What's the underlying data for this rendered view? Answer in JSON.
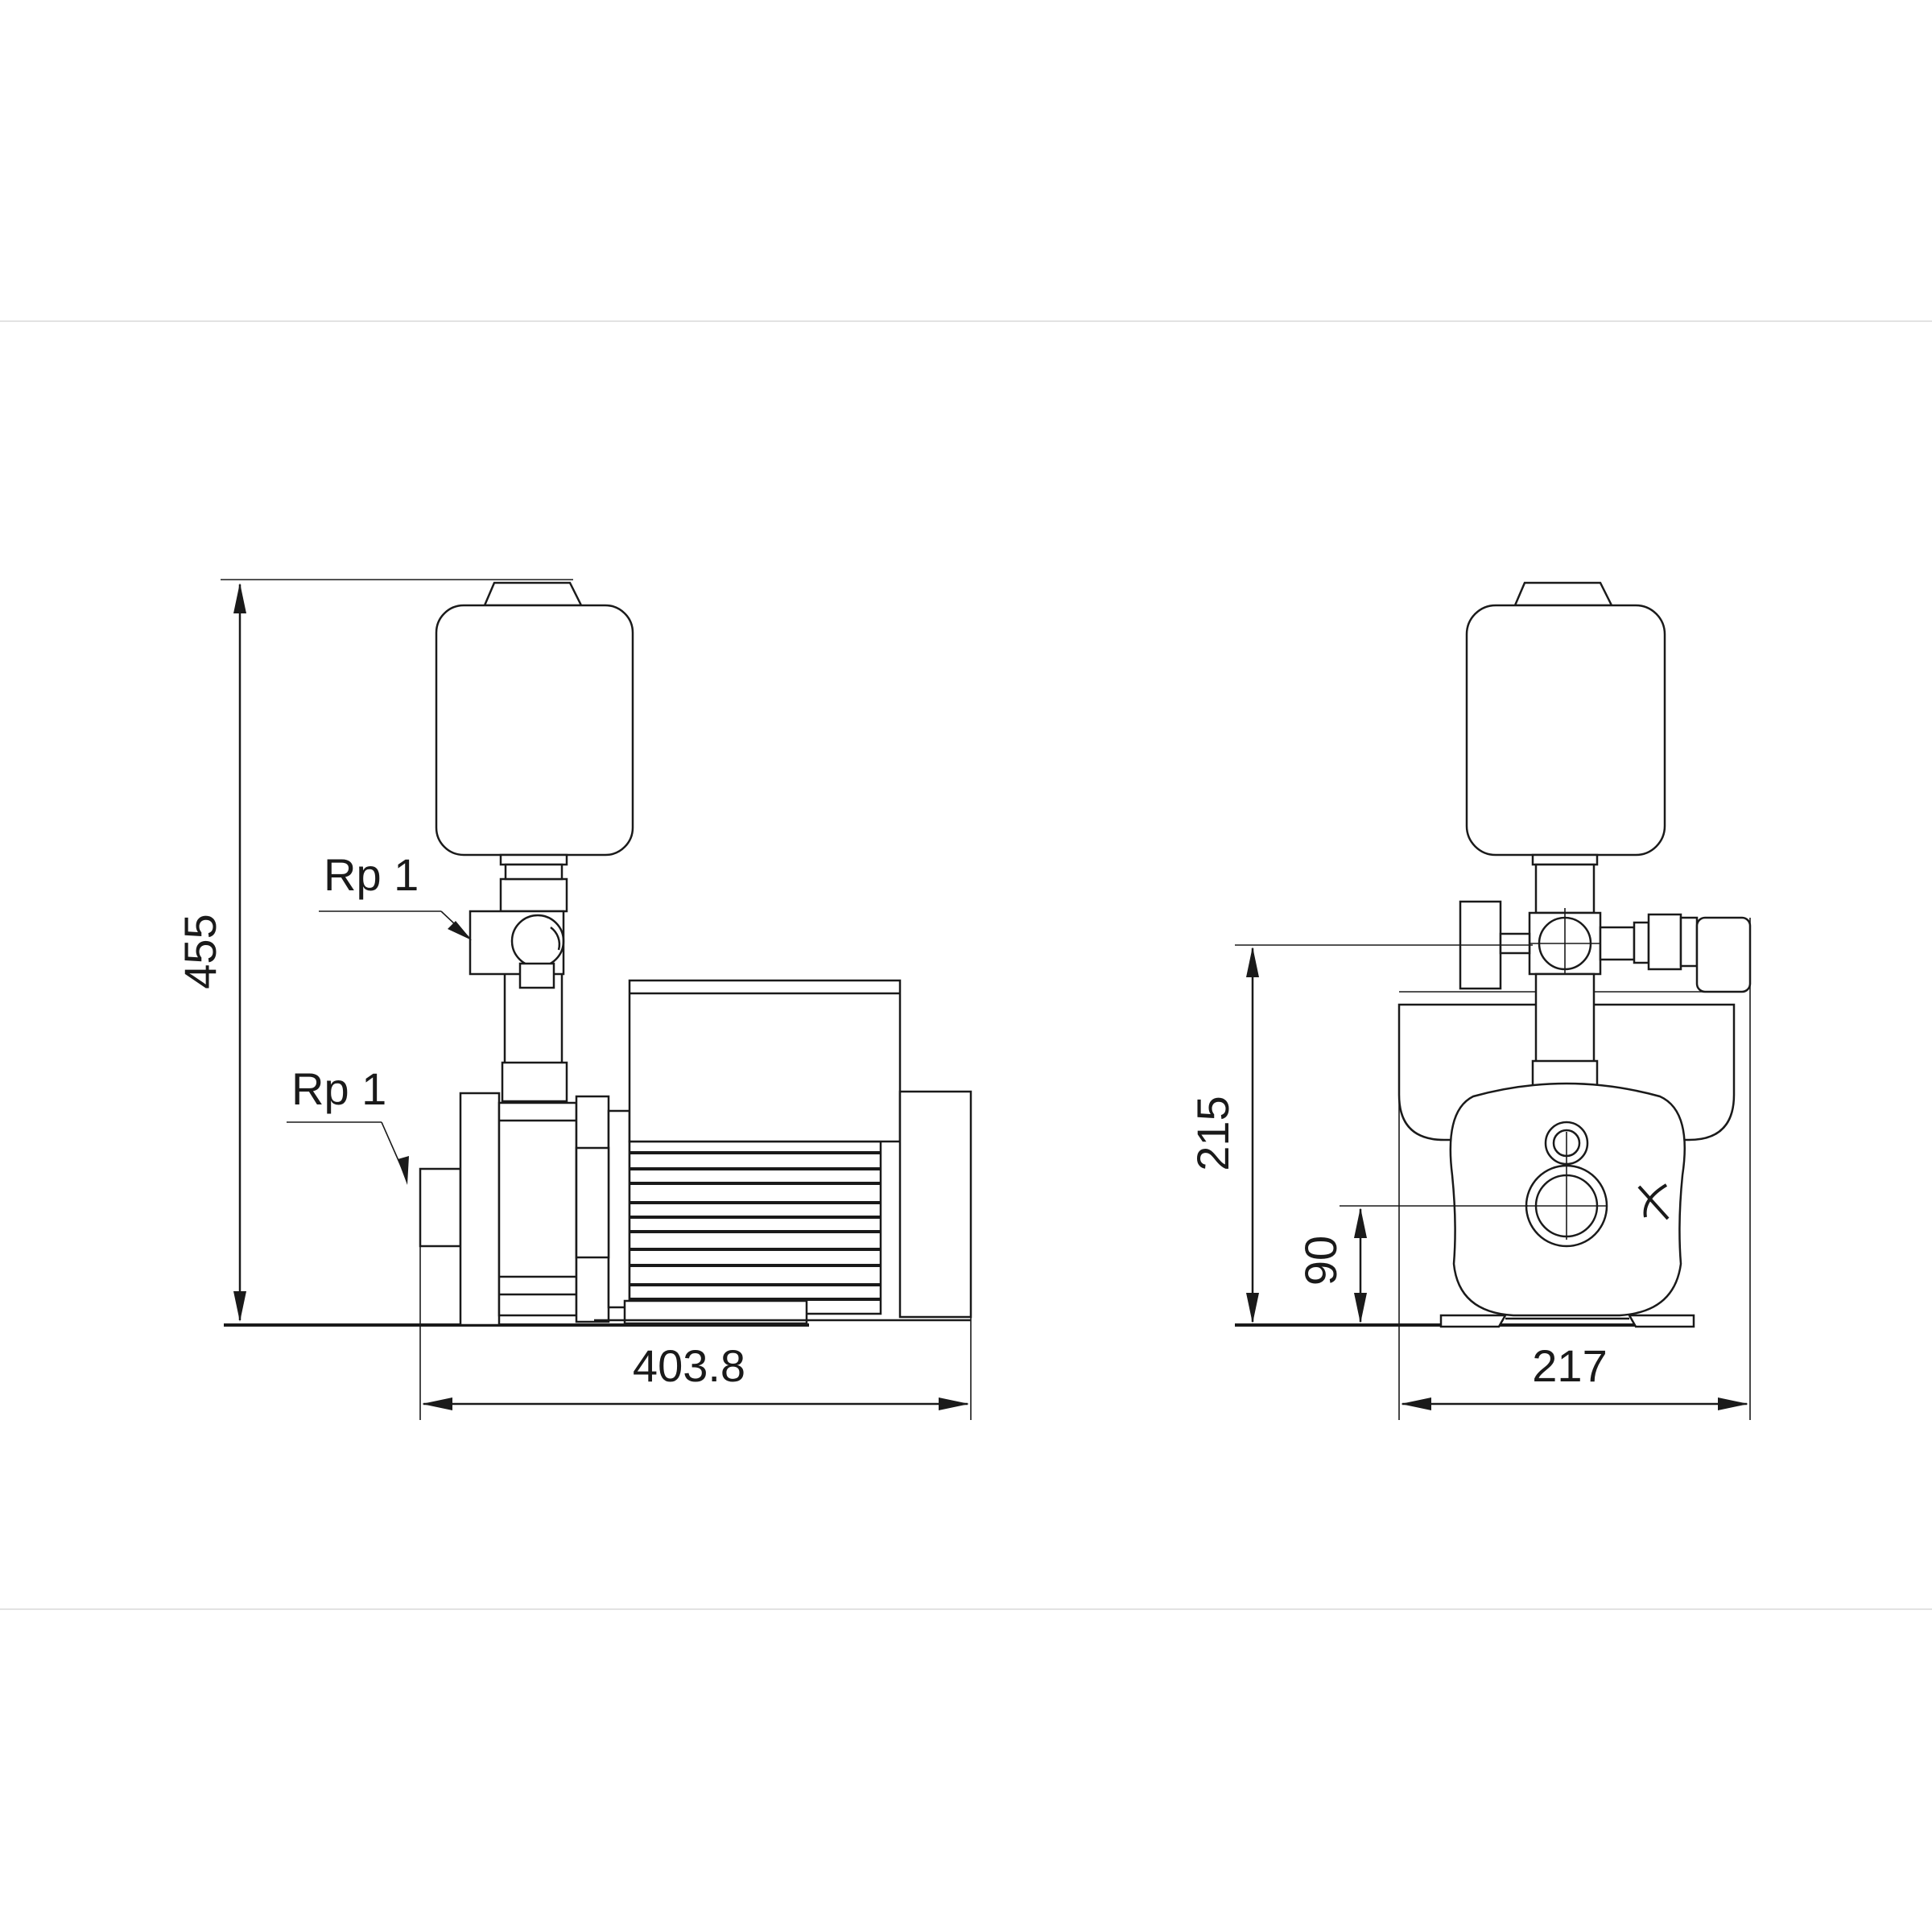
{
  "dimensions": {
    "side_height": "455",
    "side_length": "403.8",
    "front_outlet_height": "215",
    "front_inlet_height": "90",
    "front_width": "217"
  },
  "connections": {
    "outlet_label": "Rp 1",
    "inlet_label": "Rp 1"
  }
}
